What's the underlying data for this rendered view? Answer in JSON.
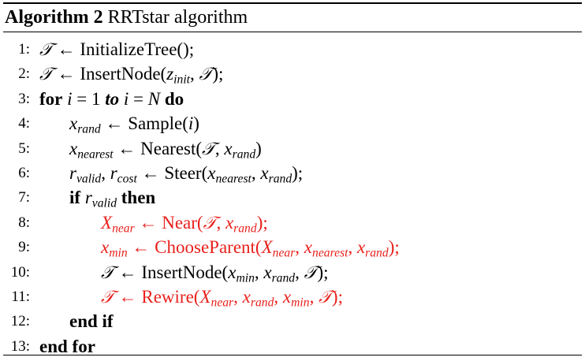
{
  "algorithm": {
    "label": "Algorithm 2",
    "title": "RRTstar algorithm"
  },
  "colors": {
    "text": "#000000",
    "highlight": "#e8211c"
  },
  "lines": [
    {
      "no": "1:",
      "text": "𝒯 ← InitializeTree();"
    },
    {
      "no": "2:",
      "text": "𝒯 ← InsertNode(z_init, 𝒯);"
    },
    {
      "no": "3:",
      "text": "for i = 1 to i = N do"
    },
    {
      "no": "4:",
      "text": "x_rand ← Sample(i)"
    },
    {
      "no": "5:",
      "text": "x_nearest ← Nearest(𝒯, x_rand)"
    },
    {
      "no": "6:",
      "text": "r_valid, r_cost ← Steer(x_nearest, x_rand);"
    },
    {
      "no": "7:",
      "text": "if r_valid then"
    },
    {
      "no": "8:",
      "text": "X_near ← Near(𝒯, x_rand);"
    },
    {
      "no": "9:",
      "text": "x_min ← ChooseParent(X_near, x_nearest, x_rand);"
    },
    {
      "no": "10:",
      "text": "𝒯 ← InsertNode(x_min, x_rand, 𝒯);"
    },
    {
      "no": "11:",
      "text": "𝒯 ← Rewire(X_near, x_rand, x_min, 𝒯);"
    },
    {
      "no": "12:",
      "text": "end if"
    },
    {
      "no": "13:",
      "text": "end for"
    }
  ],
  "tokens": {
    "tree": "𝒯",
    "arrow": "←",
    "initialize_tree": "InitializeTree();",
    "insert_node": "InsertNode(",
    "z": "z",
    "init": "init",
    "close_semi": ");",
    "close_paren": ")",
    "comma": ",",
    "kw_for": "for",
    "kw_to": "to",
    "kw_do": "do",
    "kw_if": "if",
    "kw_then": "then",
    "kw_end_if": "end if",
    "kw_end_for": "end for",
    "i": "i",
    "eq_one": "= 1",
    "eq": "=",
    "N": "N",
    "x": "x",
    "X": "X",
    "r": "r",
    "rand": "rand",
    "nearest": "nearest",
    "valid": "valid",
    "cost": "cost",
    "near": "near",
    "min": "min",
    "sample": "Sample(",
    "nearest_fn": "Nearest(",
    "steer": "Steer(",
    "near_fn": "Near(",
    "choose_parent": "ChooseParent(",
    "rewire": "Rewire("
  }
}
